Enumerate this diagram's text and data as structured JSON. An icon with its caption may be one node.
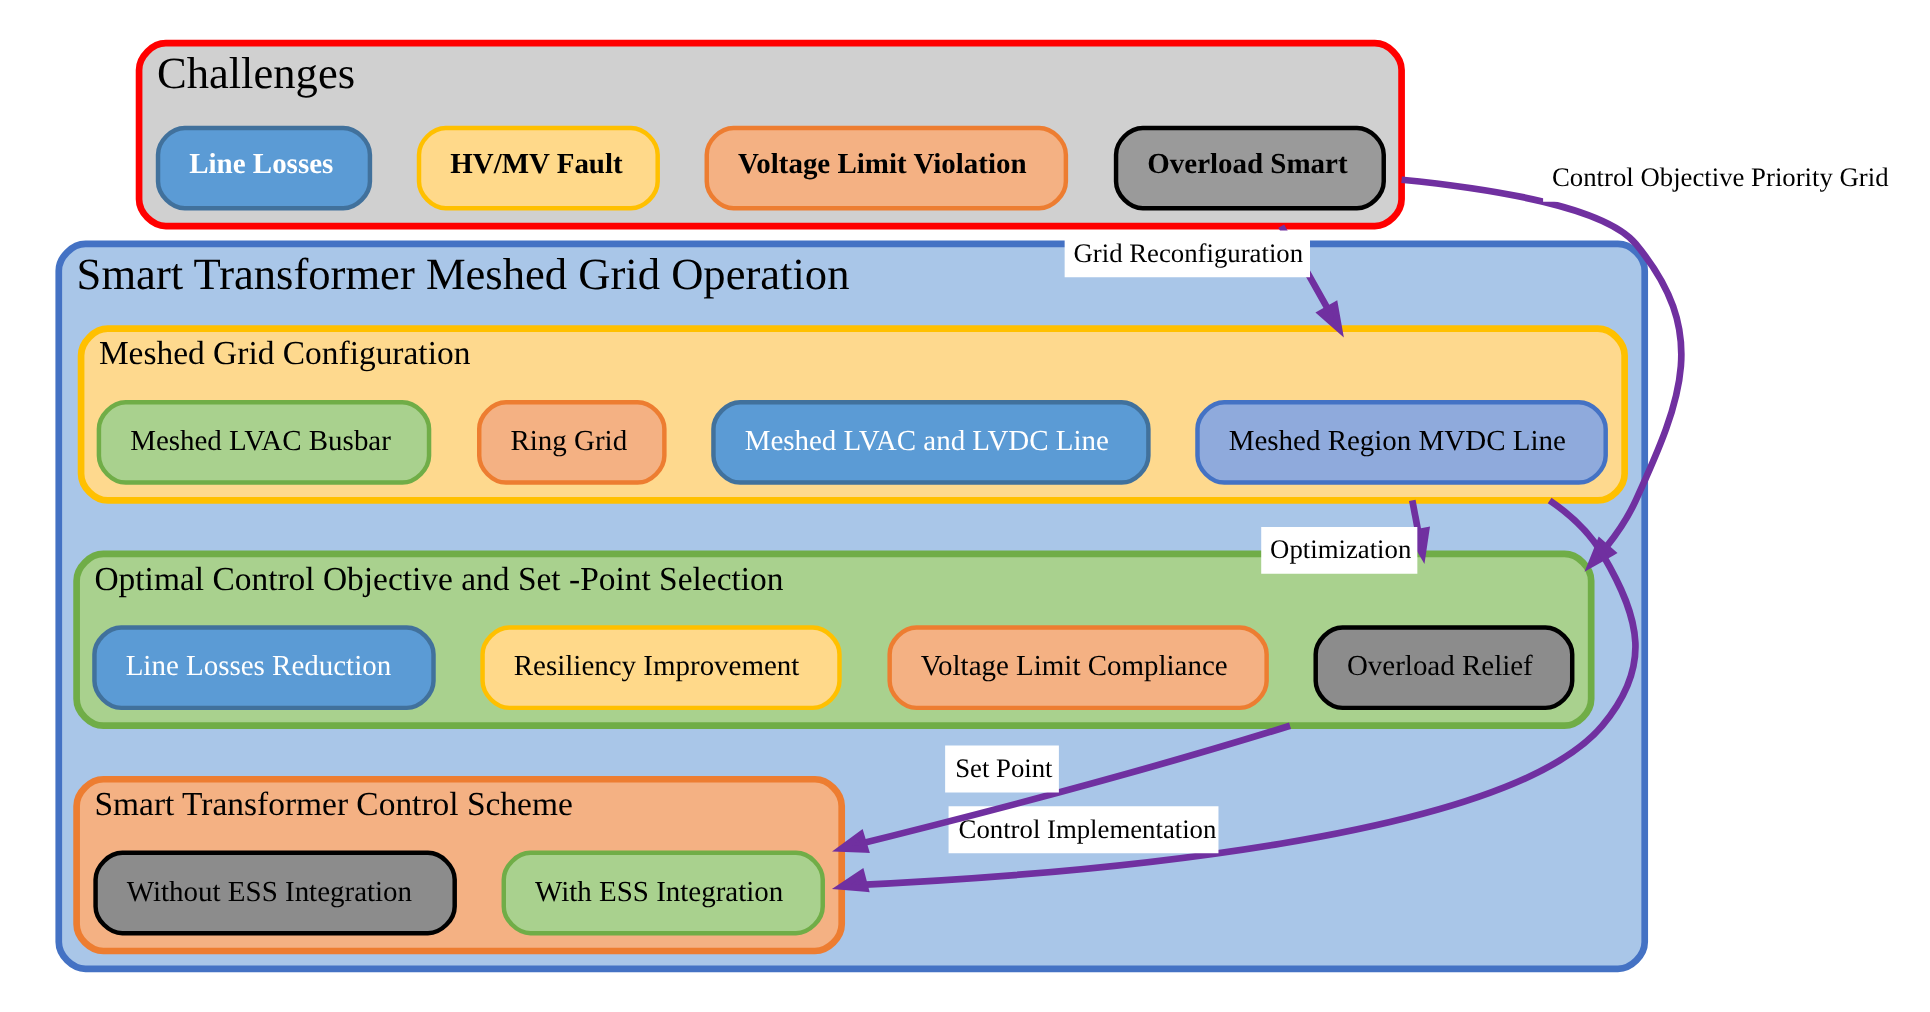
{
  "diagram": {
    "nodes": [
      {
        "text": [
          "Challenges"
        ]
      },
      {
        "text": [
          "Line Losses"
        ],
        "in": 0
      },
      {
        "text": [
          "HV/MV Fault"
        ],
        "in": 0
      },
      {
        "text": [
          "Voltage Limit Violation"
        ],
        "in": 0
      },
      {
        "text": [
          "Overload Smart"
        ],
        "in": 0
      },
      {
        "text": [
          "Smart Transformer Meshed Grid Operation"
        ]
      },
      {
        "text": [
          "Meshed Grid Configuration"
        ],
        "in": 5
      },
      {
        "text": [
          "Meshed LVAC Busbar"
        ],
        "in": 6
      },
      {
        "text": [
          "Ring Grid"
        ],
        "in": 6
      },
      {
        "text": [
          "Meshed LVAC and LVDC Line"
        ],
        "in": 6
      },
      {
        "text": [
          "Meshed Region MVDC Line"
        ],
        "in": 6
      },
      {
        "text": [
          "Optimal Control Objective and Set -Point Selection"
        ],
        "in": 5
      },
      {
        "text": [
          "Line Losses Reduction"
        ],
        "in": 11
      },
      {
        "text": [
          "Resiliency Improvement"
        ],
        "in": 11
      },
      {
        "text": [
          "Voltage Limit Compliance"
        ],
        "in": 11
      },
      {
        "text": [
          "Overload Relief"
        ],
        "in": 11
      },
      {
        "text": [
          "Smart Transformer Control Scheme"
        ],
        "in": 5
      },
      {
        "text": [
          "Without ESS Integration"
        ],
        "in": 16
      },
      {
        "text": [
          "With ESS Integration"
        ],
        "in": 16
      }
    ],
    "edges": [
      {
        "from": 0,
        "to": 6,
        "arrow": "to",
        "label": "Grid Reconfiguration"
      },
      {
        "from": 0,
        "to": 11,
        "arrow": "to",
        "label": "Control Objective Priority Grid"
      },
      {
        "from": 6,
        "to": 11,
        "arrow": "to",
        "label": "Optimization"
      },
      {
        "from": 6,
        "to": 16,
        "arrow": "to",
        "label": "Control Implementation"
      },
      {
        "from": 11,
        "to": 16,
        "arrow": "to",
        "label": "Set Point"
      }
    ]
  }
}
